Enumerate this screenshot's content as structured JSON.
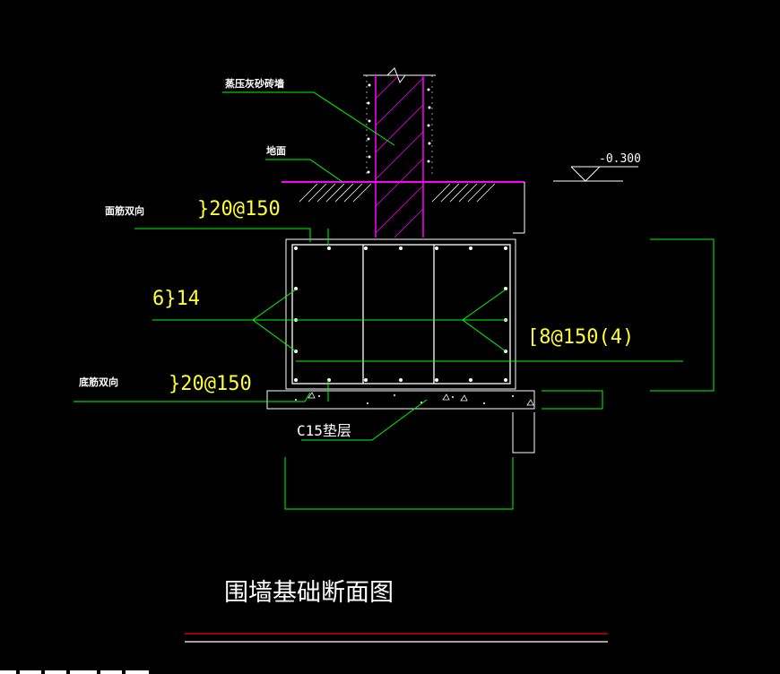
{
  "labels": {
    "wall": "蒸压灰砂砖墙",
    "ground": "地面",
    "top_rebar": "面筋双向",
    "top_rebar_spec": "}20@150",
    "main_rebar_spec": "6}14",
    "stirrup_spec": "[8@150(4)",
    "bottom_rebar": "底筋双向",
    "bottom_rebar_spec": "}20@150",
    "cushion": "C15垫层",
    "elevation": "-0.300"
  },
  "title": "围墙基础断面图",
  "colors": {
    "background": "#000000",
    "leader": "#00ff00",
    "wall": "#ff00ff",
    "outline": "#ffffff",
    "annotation": "#ffff33",
    "underline_red": "#ff0000"
  }
}
